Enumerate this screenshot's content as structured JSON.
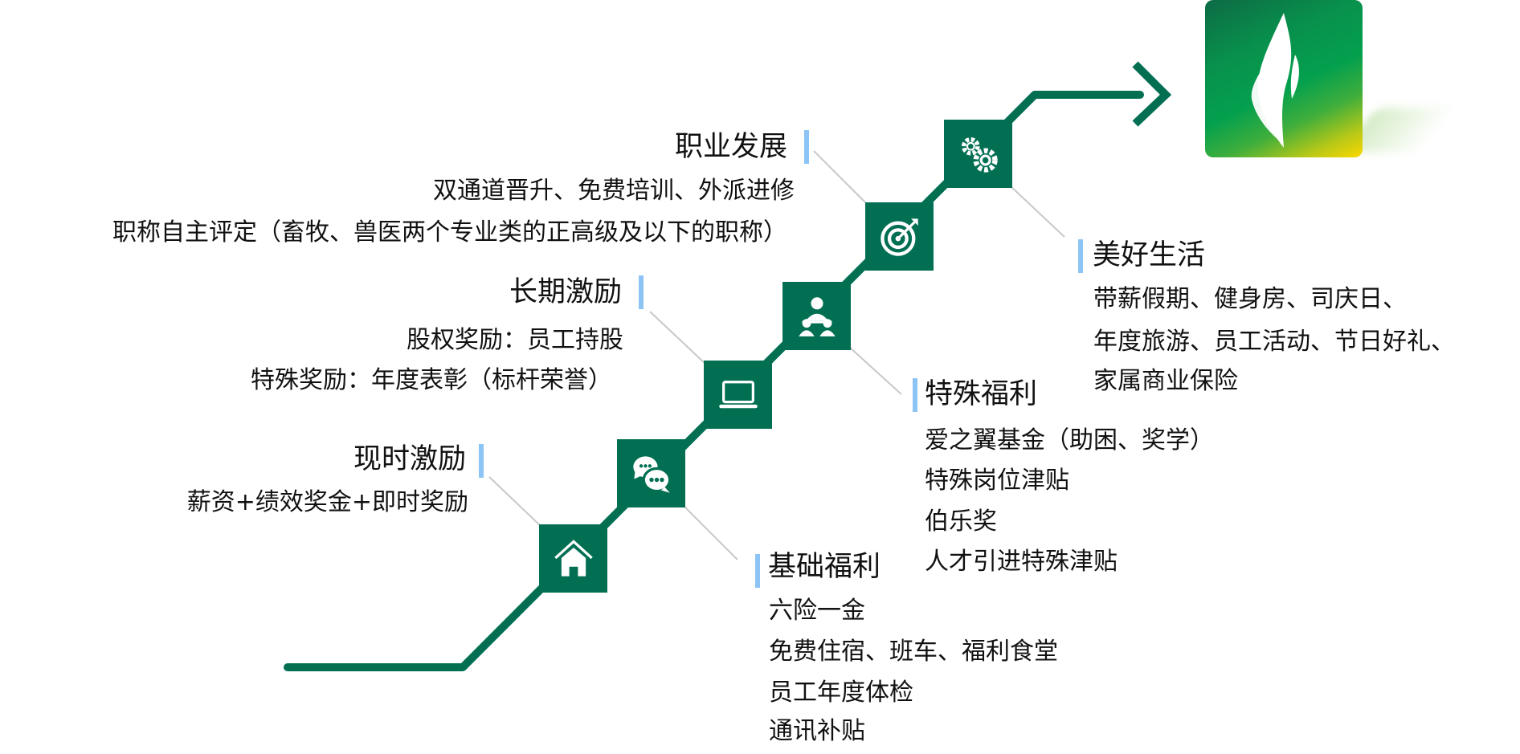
{
  "stages": [
    {
      "id": "current-incentive",
      "title": "现时激励",
      "icon": "home-icon",
      "items": [
        "薪资+绩效奖金+即时奖励"
      ]
    },
    {
      "id": "basic-welfare",
      "title": "基础福利",
      "icon": "chat-icon",
      "items": [
        "六险一金",
        "免费住宿、班车、福利食堂",
        "员工年度体检",
        "通讯补贴"
      ]
    },
    {
      "id": "long-term-incentive",
      "title": "长期激励",
      "icon": "laptop-icon",
      "items": [
        "股权奖励：员工持股",
        "特殊奖励：年度表彰（标杆荣誉）"
      ]
    },
    {
      "id": "special-welfare",
      "title": "特殊福利",
      "icon": "team-icon",
      "items": [
        "爱之翼基金（助困、奖学）",
        "特殊岗位津贴",
        "伯乐奖",
        "人才引进特殊津贴"
      ]
    },
    {
      "id": "career-development",
      "title": "职业发展",
      "icon": "target-icon",
      "items": [
        "双通道晋升、免费培训、外派进修",
        "职称自主评定（畜牧、兽医两个专业类的正高级及以下的职称）"
      ]
    },
    {
      "id": "good-life",
      "title": "美好生活",
      "icon": "gears-icon",
      "items": [
        "带薪假期、健身房、司庆日、",
        "年度旅游、员工活动、节日好礼、",
        "家属商业保险"
      ]
    }
  ],
  "colors": {
    "primary": "#026f53",
    "accent_bar": "#8cc4f5",
    "connector": "#c8c8c8"
  }
}
